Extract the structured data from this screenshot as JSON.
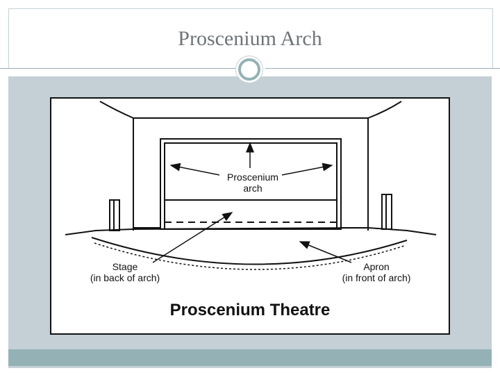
{
  "slide": {
    "title": "Proscenium Arch"
  },
  "diagram": {
    "labels": {
      "proscenium_line1": "Proscenium",
      "proscenium_line2": "arch",
      "stage_line1": "Stage",
      "stage_line2": "(in back of arch)",
      "apron_line1": "Apron",
      "apron_line2": "(in front of arch)"
    },
    "caption": "Proscenium Theatre"
  }
}
